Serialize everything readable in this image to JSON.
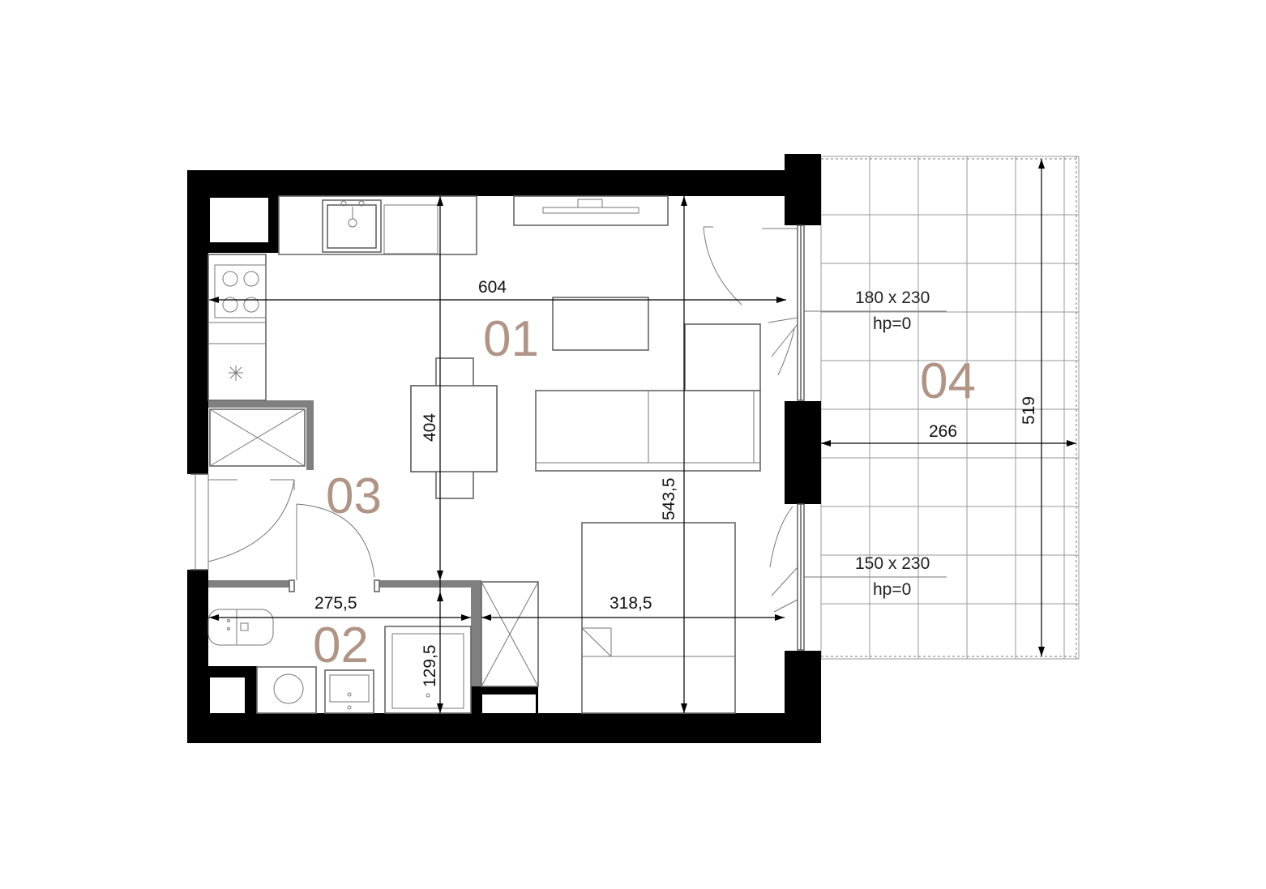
{
  "rooms": [
    {
      "id": "01",
      "label": "01"
    },
    {
      "id": "02",
      "label": "02"
    },
    {
      "id": "03",
      "label": "03"
    },
    {
      "id": "04",
      "label": "04"
    }
  ],
  "dimensions": {
    "living_width": "604",
    "living_depth": "543,5",
    "table_span": "404",
    "bath_width": "275,5",
    "bath_depth": "129,5",
    "bedroom_width": "318,5",
    "balcony_width": "266",
    "balcony_length": "519"
  },
  "windows": {
    "upper": {
      "size": "180 x 230",
      "hp": "hp=0"
    },
    "lower": {
      "size": "150 x 230",
      "hp": "hp=0"
    }
  },
  "colors": {
    "wall": "#000000",
    "interior_wall": "#808080",
    "room_label": "#b09587"
  }
}
